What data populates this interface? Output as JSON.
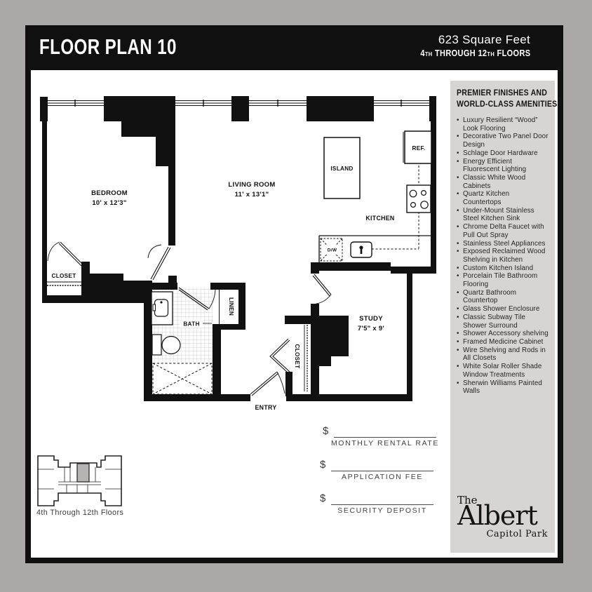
{
  "header": {
    "title": "FLOOR PLAN 10",
    "sqft": "623 Square Feet",
    "floors": {
      "p1": "4",
      "p2": "TH",
      "p3": " THROUGH 12",
      "p4": "TH",
      "p5": " FLOORS"
    }
  },
  "plan": {
    "rooms": {
      "bedroom": {
        "name": "BEDROOM",
        "dims": "10' x  12'3\""
      },
      "living": {
        "name": "LIVING ROOM",
        "dims": "11' x  13'1\""
      },
      "study": {
        "name": "STUDY",
        "dims": "7'5\" x  9'"
      },
      "kitchen": "KITCHEN",
      "bath": "BATH",
      "entry": "ENTRY",
      "island": "ISLAND",
      "ref": "REF.",
      "linen": "LINEN",
      "closet_bedroom": "CLOSET",
      "closet_study": "CLOSET",
      "dw": "D/W"
    }
  },
  "keyplan": {
    "caption": "4th Through 12th Floors"
  },
  "form": {
    "currency": "$",
    "fields": [
      {
        "label": "MONTHLY RENTAL RATE"
      },
      {
        "label": "APPLICATION FEE"
      },
      {
        "label": "SECURITY DEPOSIT"
      }
    ]
  },
  "sidebar": {
    "heading_line1": "PREMIER FINISHES AND",
    "heading_line2": "WORLD-CLASS AMENITIES:",
    "items": [
      "Luxury Resilient “Wood” Look Flooring",
      "Decorative Two Panel Door Design",
      "Schlage Door Hardware",
      "Energy Efficient Fluorescent Lighting",
      "Classic White Wood Cabinets",
      "Quartz Kitchen Countertops",
      "Under-Mount Stainless Steel Kitchen Sink",
      "Chrome Delta Faucet with Pull Out Spray",
      "Stainless Steel Appliances",
      "Exposed Reclaimed Wood Shelving in Kitchen",
      "Custom Kitchen Island",
      "Porcelain Tile Bathroom Flooring",
      "Quartz Bathroom Countertop",
      "Glass Shower Enclosure",
      "Classic Subway Tile Shower Surround",
      "Shower Accessory shelving",
      "Framed Medicine Cabinet",
      "Wire Shelving and Rods in All Closets",
      "White Solar Roller Shade Window Treatments",
      "Sherwin Williams Painted Walls"
    ]
  },
  "logo": {
    "the": "The",
    "name": "Albert",
    "sub": "Capitol Park"
  },
  "colors": {
    "outer_bg": "#aca8a8",
    "frame_black": "#101010",
    "sidebar_bg": "#d7d4d2",
    "keyplan_highlight": "#b7b3b3"
  }
}
